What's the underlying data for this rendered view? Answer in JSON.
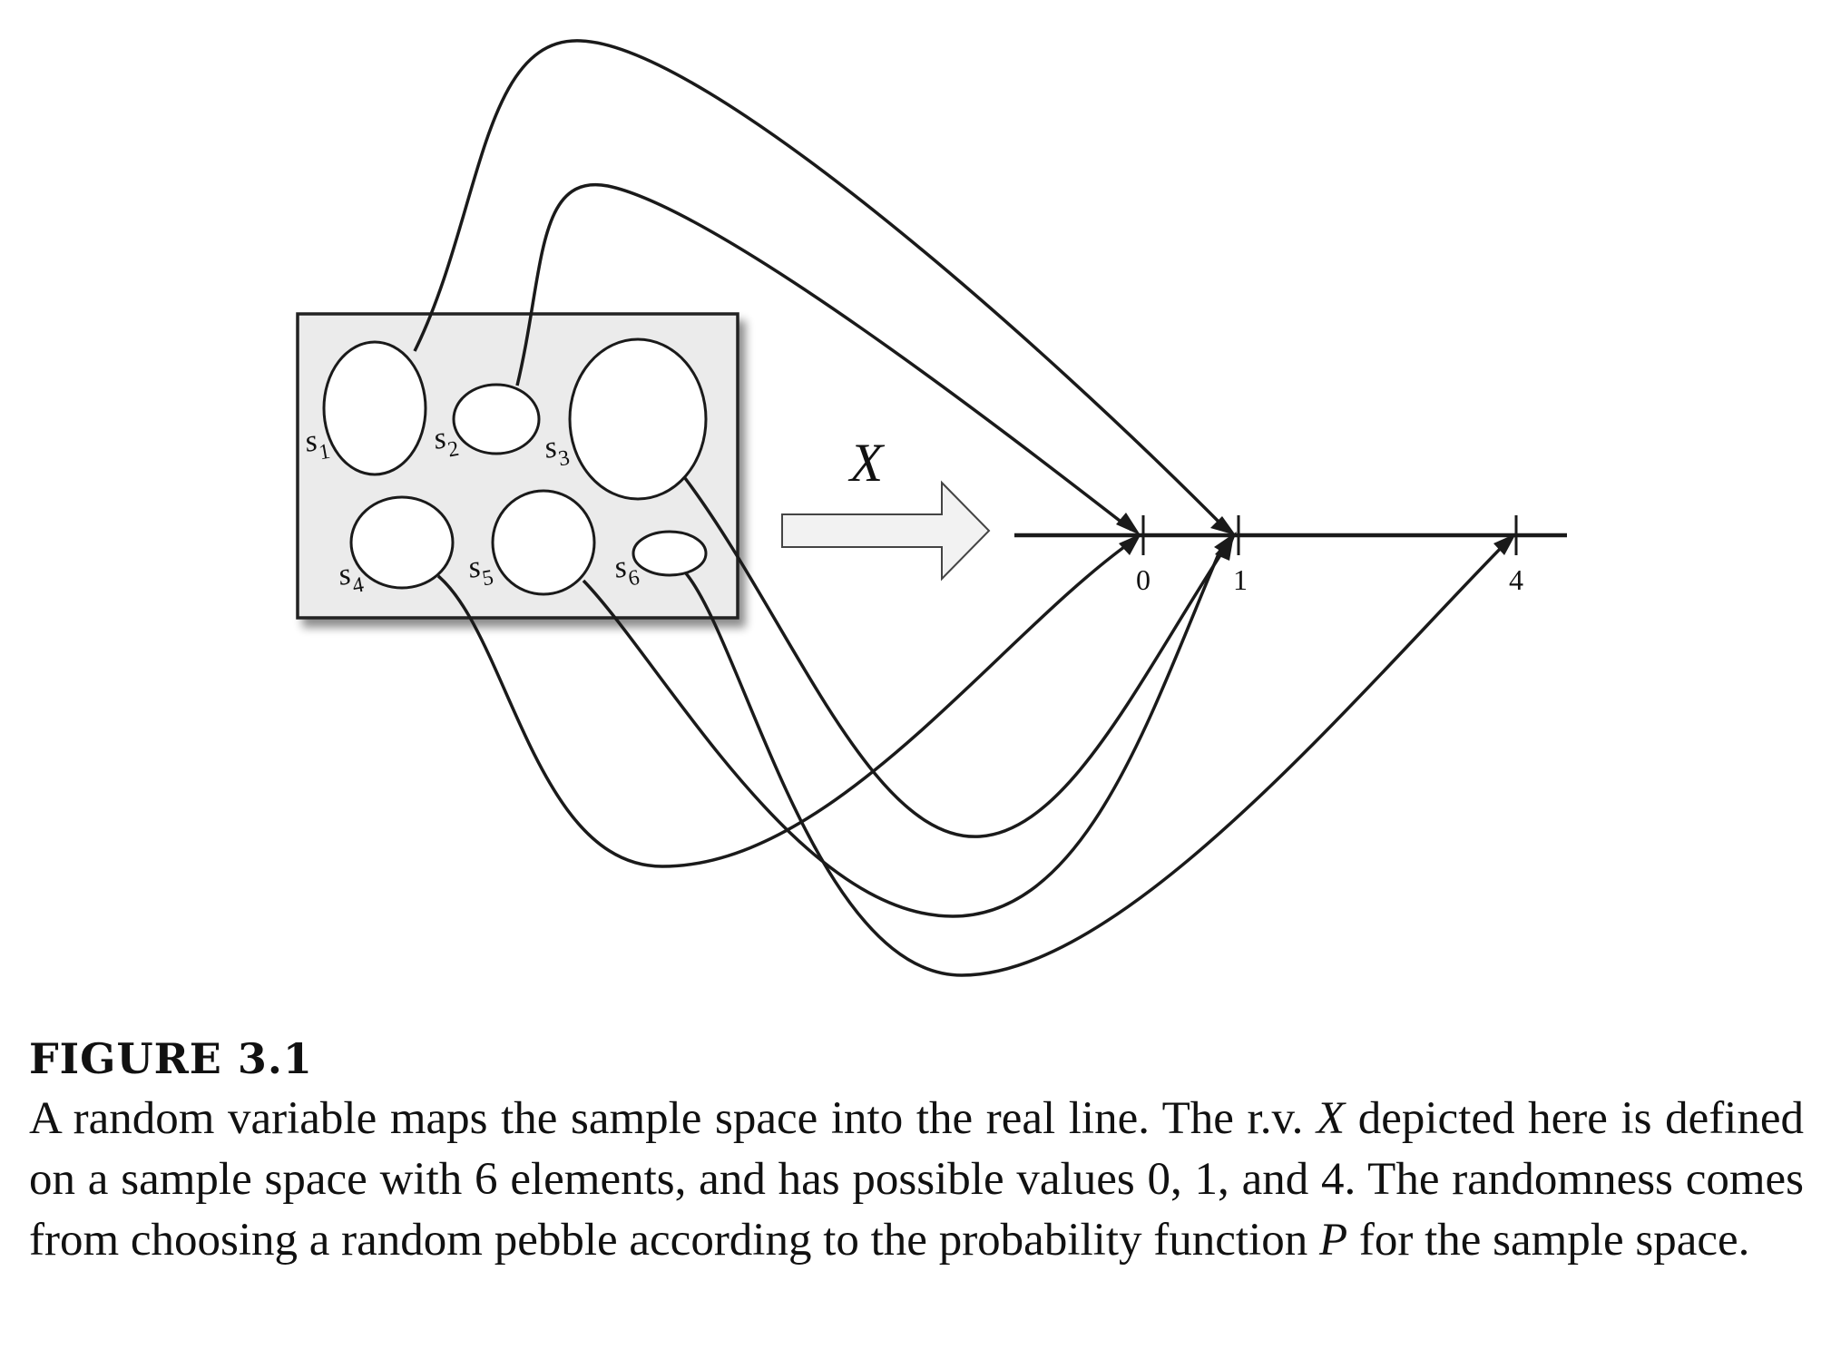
{
  "diagram": {
    "mapping_label": "X",
    "outcomes": [
      {
        "name": "s",
        "sub": "1"
      },
      {
        "name": "s",
        "sub": "2"
      },
      {
        "name": "s",
        "sub": "3"
      },
      {
        "name": "s",
        "sub": "4"
      },
      {
        "name": "s",
        "sub": "5"
      },
      {
        "name": "s",
        "sub": "6"
      }
    ],
    "real_line_ticks": [
      "0",
      "1",
      "4"
    ]
  },
  "caption": {
    "title": "FIGURE 3.1",
    "text_1": "A random variable maps the sample space into the real line. The r.v. ",
    "var_X": "X",
    "text_2": " depicted here is defined on a sample space with 6 elements, and has possible values 0, 1, and 4. The randomness comes from choosing a random pebble according to the probability function ",
    "var_P": "P",
    "text_3": " for the sample space."
  }
}
